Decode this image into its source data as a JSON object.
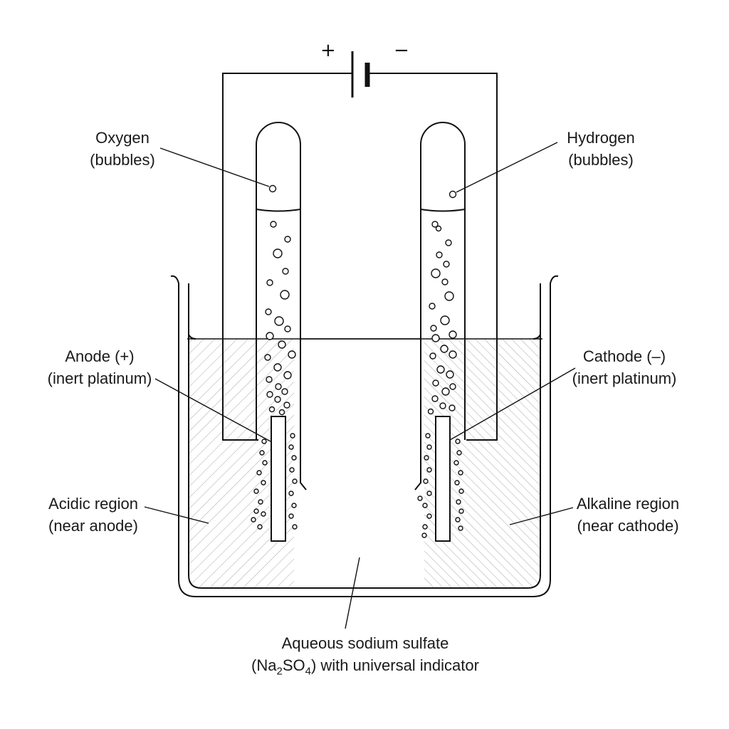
{
  "battery": {
    "plus": "+",
    "minus": "−"
  },
  "labels": {
    "oxygen": {
      "line1": "Oxygen",
      "line2": "(bubbles)"
    },
    "hydrogen": {
      "line1": "Hydrogen",
      "line2": "(bubbles)"
    },
    "anode": {
      "line1": "Anode (+)",
      "line2": "(inert platinum)"
    },
    "cathode": {
      "line1": "Cathode (–)",
      "line2": "(inert platinum)"
    },
    "acidic": {
      "line1": "Acidic region",
      "line2": "(near anode)"
    },
    "alkaline": {
      "line1": "Alkaline region",
      "line2": "(near cathode)"
    },
    "solution": {
      "line1": "Aqueous sodium sulfate",
      "formula_pre": "(Na",
      "formula_sub1": "2",
      "formula_mid": "SO",
      "formula_sub2": "4",
      "formula_post": ") with universal indicator"
    }
  },
  "colors": {
    "stroke": "#111111",
    "hatch": "#9a9a9a"
  }
}
